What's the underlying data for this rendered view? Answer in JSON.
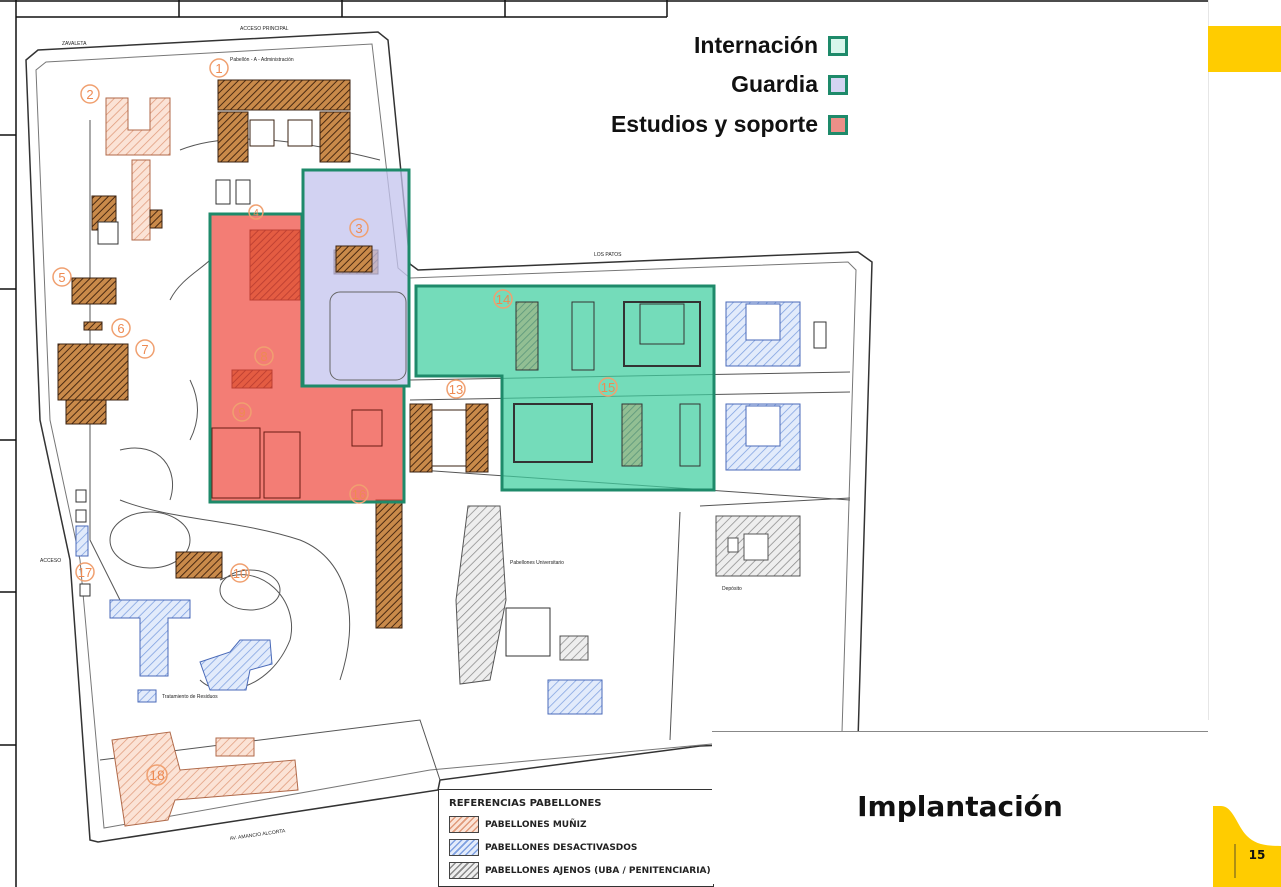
{
  "legend": [
    {
      "label": "Internación",
      "color": "#d8f6ec"
    },
    {
      "label": "Guardia",
      "color": "#d4d4f2"
    },
    {
      "label": "Estudios y soporte",
      "color": "#ec8f88"
    }
  ],
  "zone_colors": {
    "internacion": "#3fcf9f",
    "guardia": "#c3c3ee",
    "estudios": "#ee4b40",
    "border": "#1e8a6a"
  },
  "map": {
    "acceso_principal": "ACCESO PRINCIPAL",
    "los_patos": "LOS PATOS",
    "pabellon_a": "Pabellón - A - Administración",
    "zavaleta": "ZAVALETA",
    "acceso": "ACCESO",
    "av_amancio_alcorta": "AV. AMANCIO ALCORTA",
    "pabellones_universitario": "Pabellones Universitario",
    "depositos": "Depósito",
    "tratamiento": "Tratamiento de Residuos",
    "numbers": [
      "1",
      "2",
      "3",
      "4",
      "5",
      "6",
      "7",
      "8",
      "9",
      "10",
      "13",
      "14",
      "15",
      "16",
      "17",
      "18"
    ]
  },
  "references": {
    "title": "REFERENCIAS PABELLONES",
    "items": [
      {
        "label": "PABELLONES MUÑIZ",
        "color": "#f2b89a"
      },
      {
        "label": "PABELLONES DESACTIVASDOS",
        "color": "#a9c3ee"
      },
      {
        "label": "PABELLONES AJENOS (UBA / PENITENCIARIA)",
        "color": "#bbbbbb"
      }
    ]
  },
  "slide": {
    "title": "Implantación",
    "page": "15",
    "accent": "#ffcc00"
  }
}
